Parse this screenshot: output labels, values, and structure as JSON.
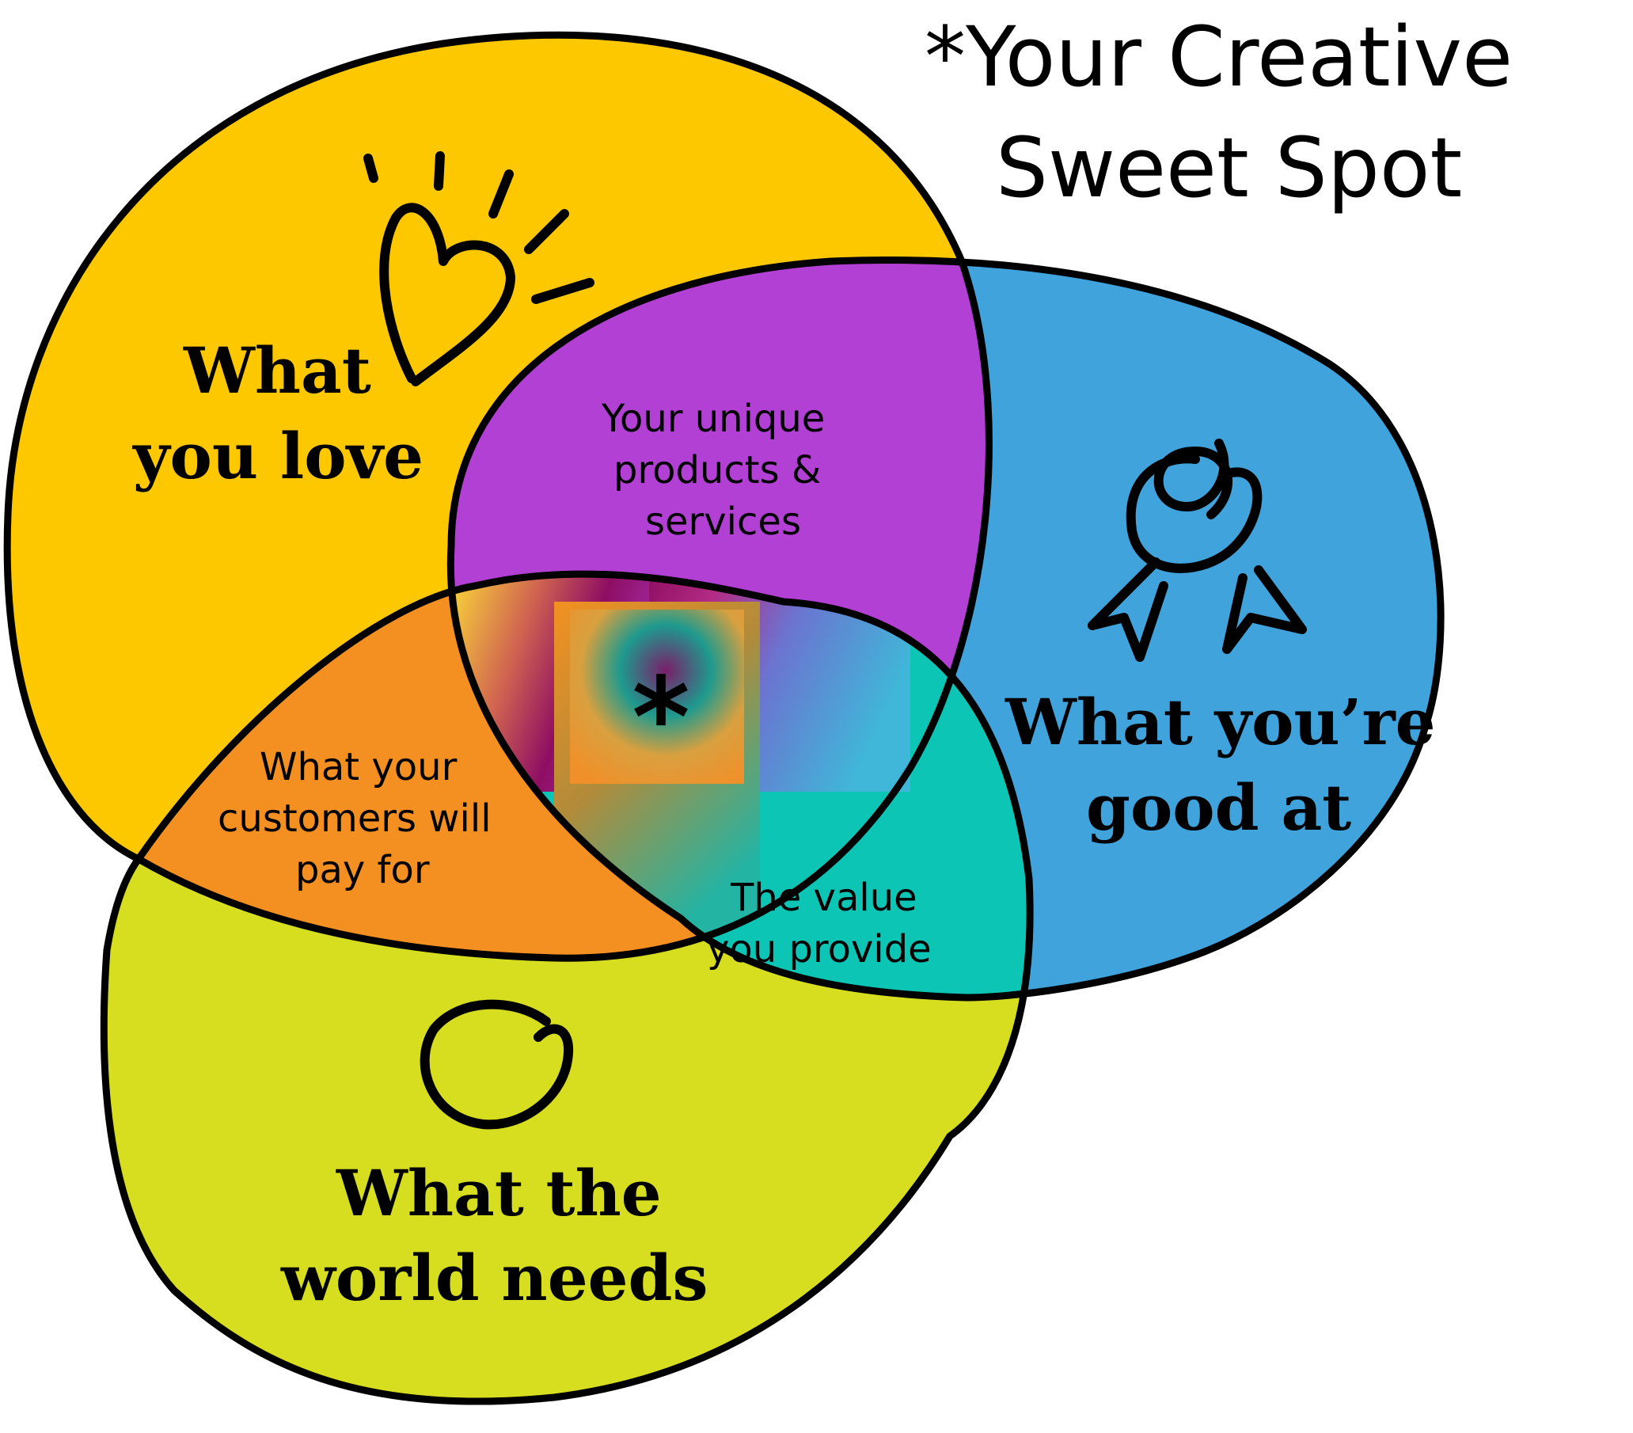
{
  "title": {
    "line1": "*Your Creative",
    "line2": "Sweet Spot"
  },
  "circles": {
    "love": {
      "line1": "What",
      "line2": "you love",
      "color": "#FDC800",
      "icon": "heart-sparkle-icon"
    },
    "good": {
      "line1": "What you’re",
      "line2": "good at",
      "color": "#40A3DC",
      "icon": "award-ribbon-icon"
    },
    "world": {
      "line1": "What the",
      "line2": "world needs",
      "color": "#D6DE1F",
      "icon": "spiral-circle-icon"
    },
    "pay": {
      "line1": "What your",
      "line2": "customers will",
      "line3": "pay for",
      "color": "#F39021"
    }
  },
  "overlaps": {
    "products": {
      "line1": "Your unique",
      "line2": "products &",
      "line3": "services",
      "color": "#B240D4"
    },
    "value": {
      "line1": "The value",
      "line2": "you provide",
      "color": "#0DC5B4"
    },
    "center": {
      "symbol": "*"
    }
  }
}
